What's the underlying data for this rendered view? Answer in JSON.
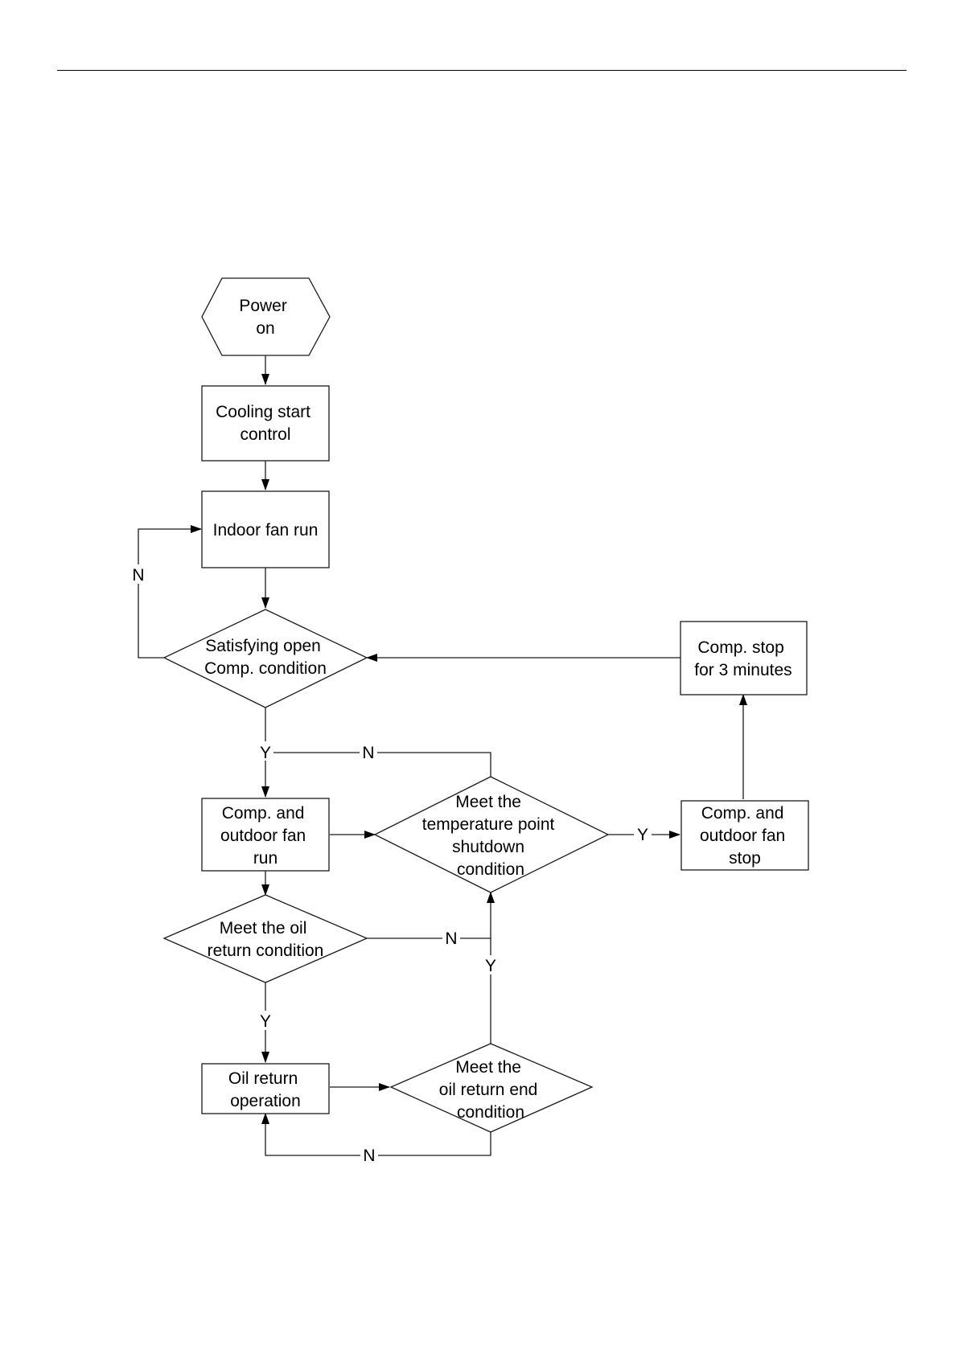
{
  "diagram": {
    "nodes": {
      "power_on": {
        "shape": "hexagon",
        "lines": [
          "Power",
          "on"
        ]
      },
      "cooling_start": {
        "shape": "rectangle",
        "lines": [
          "Cooling start",
          "control"
        ]
      },
      "indoor_fan": {
        "shape": "rectangle",
        "lines": [
          "Indoor fan run"
        ]
      },
      "satisfy_open": {
        "shape": "diamond",
        "lines": [
          "Satisfying open",
          "Comp. condition"
        ]
      },
      "comp_stop": {
        "shape": "rectangle",
        "lines": [
          "Comp. stop",
          "for 3 minutes"
        ]
      },
      "comp_run": {
        "shape": "rectangle",
        "lines": [
          "Comp. and",
          "outdoor fan",
          "run"
        ]
      },
      "temp_shutdown": {
        "shape": "diamond",
        "lines": [
          "Meet the",
          "temperature point",
          "shutdown",
          "condition"
        ]
      },
      "comp_fan_stop": {
        "shape": "rectangle",
        "lines": [
          "Comp. and",
          "outdoor fan",
          "stop"
        ]
      },
      "oil_return_cond": {
        "shape": "diamond",
        "lines": [
          "Meet the oil",
          "return condition"
        ]
      },
      "oil_return_op": {
        "shape": "rectangle",
        "lines": [
          "Oil return",
          "operation"
        ]
      },
      "oil_return_end": {
        "shape": "diamond",
        "lines": [
          "Meet the",
          "oil return end",
          "condition"
        ]
      }
    },
    "edge_labels": {
      "satisfy_no": "N",
      "satisfy_yes": "Y",
      "temp_no": "N",
      "temp_yes": "Y",
      "oil_cond_no": "N",
      "oil_cond_yes": "Y",
      "oil_end_yes": "Y",
      "oil_end_no": "N"
    },
    "colors": {
      "stroke": "#1a1a1a",
      "text": "#000000",
      "background": "#ffffff"
    }
  }
}
